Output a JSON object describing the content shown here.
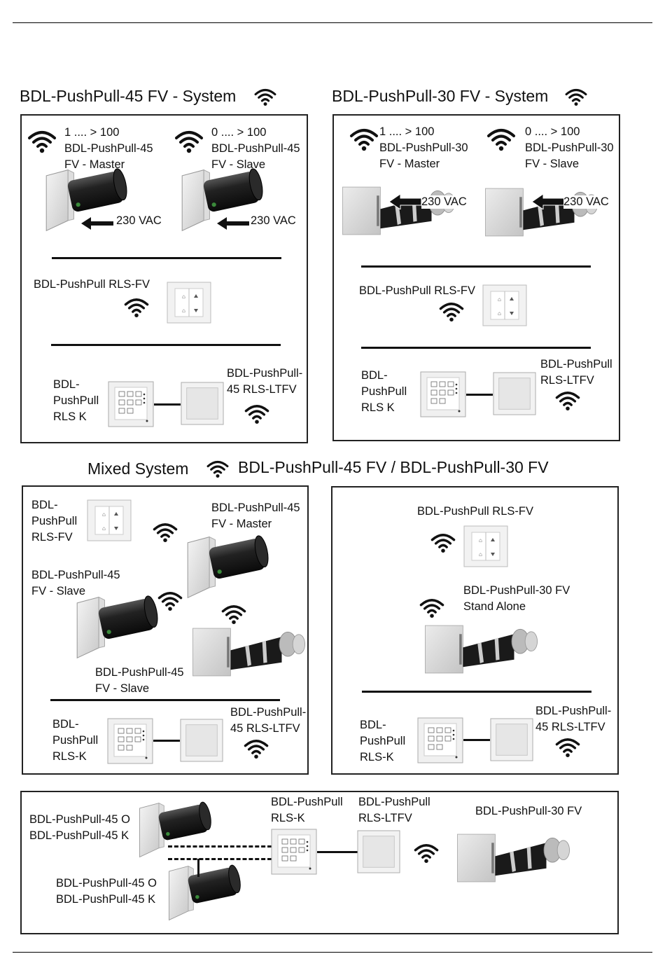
{
  "titles": {
    "sys45": "BDL-PushPull-45 FV - System",
    "sys30": "BDL-PushPull-30 FV - System",
    "mixed_a": "Mixed System",
    "mixed_b": "BDL-PushPull-45 FV / BDL-PushPull-30 FV"
  },
  "box1": {
    "master": "1 .... > 100\nBDL-PushPull-45\nFV - Master",
    "slave": "0 .... > 100\nBDL-PushPull-45\nFV - Slave",
    "vac1": "230 VAC",
    "vac2": "230 VAC",
    "rlsfv": "BDL-PushPull RLS-FV",
    "rlsk": "BDL-\nPushPull\nRLS K",
    "ltfv": "BDL-PushPull-\n45 RLS-LTFV"
  },
  "box2": {
    "master": "1 .... > 100\nBDL-PushPull-30\nFV - Master",
    "slave": "0 .... > 100\nBDL-PushPull-30\nFV - Slave",
    "vac1": "230 VAC",
    "vac2": "230 VAC",
    "rlsfv": "BDL-PushPull RLS-FV",
    "rlsk": "BDL-\nPushPull\nRLS K",
    "ltfv": "BDL-PushPull\nRLS-LTFV"
  },
  "box3": {
    "rlsfv": "BDL-\nPushPull\nRLS-FV",
    "master": "BDL-PushPull-45\nFV - Master",
    "slave1": "BDL-PushPull-45\nFV - Slave",
    "slave2": "BDL-PushPull-45\nFV - Slave",
    "rlsk": "BDL-\nPushPull\nRLS-K",
    "ltfv": "BDL-PushPull-\n45 RLS-LTFV"
  },
  "box4": {
    "rlsfv": "BDL-PushPull RLS-FV",
    "standalone": "BDL-PushPull-30 FV\nStand Alone",
    "rlsk": "BDL-\nPushPull\nRLS-K",
    "ltfv": "BDL-PushPull-\n45 RLS-LTFV"
  },
  "box5": {
    "unit1": "BDL-PushPull-45 O\nBDL-PushPull-45 K",
    "unit2": "BDL-PushPull-45 O\nBDL-PushPull-45 K",
    "rlsk": "BDL-PushPull\nRLS-K",
    "ltfv": "BDL-PushPull\nRLS-LTFV",
    "fv30": "BDL-PushPull-30 FV"
  }
}
